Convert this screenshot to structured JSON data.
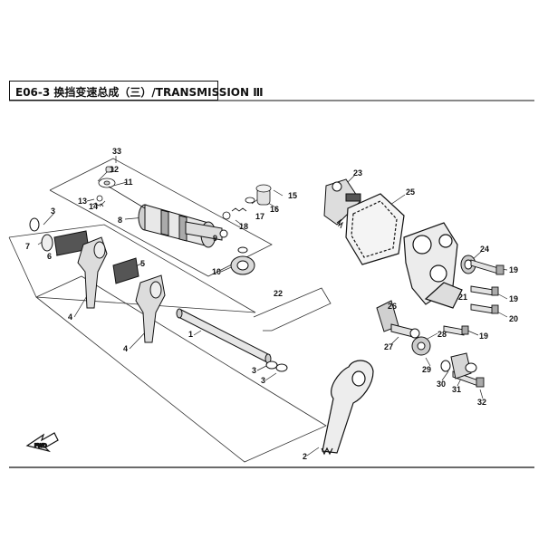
{
  "header": {
    "title": "E06-3 换挡变速总成（三）/TRANSMISSION Ⅲ"
  },
  "fwd_label": "FWD",
  "part_labels": [
    "33",
    "12",
    "11",
    "13",
    "14",
    "8",
    "9",
    "7",
    "3",
    "5",
    "6",
    "4",
    "4",
    "1",
    "2",
    "3",
    "3",
    "10",
    "16",
    "17",
    "18",
    "15",
    "22",
    "23",
    "25",
    "24",
    "19",
    "19",
    "21",
    "20",
    "26",
    "27",
    "28",
    "29",
    "30",
    "31",
    "32",
    "19"
  ]
}
